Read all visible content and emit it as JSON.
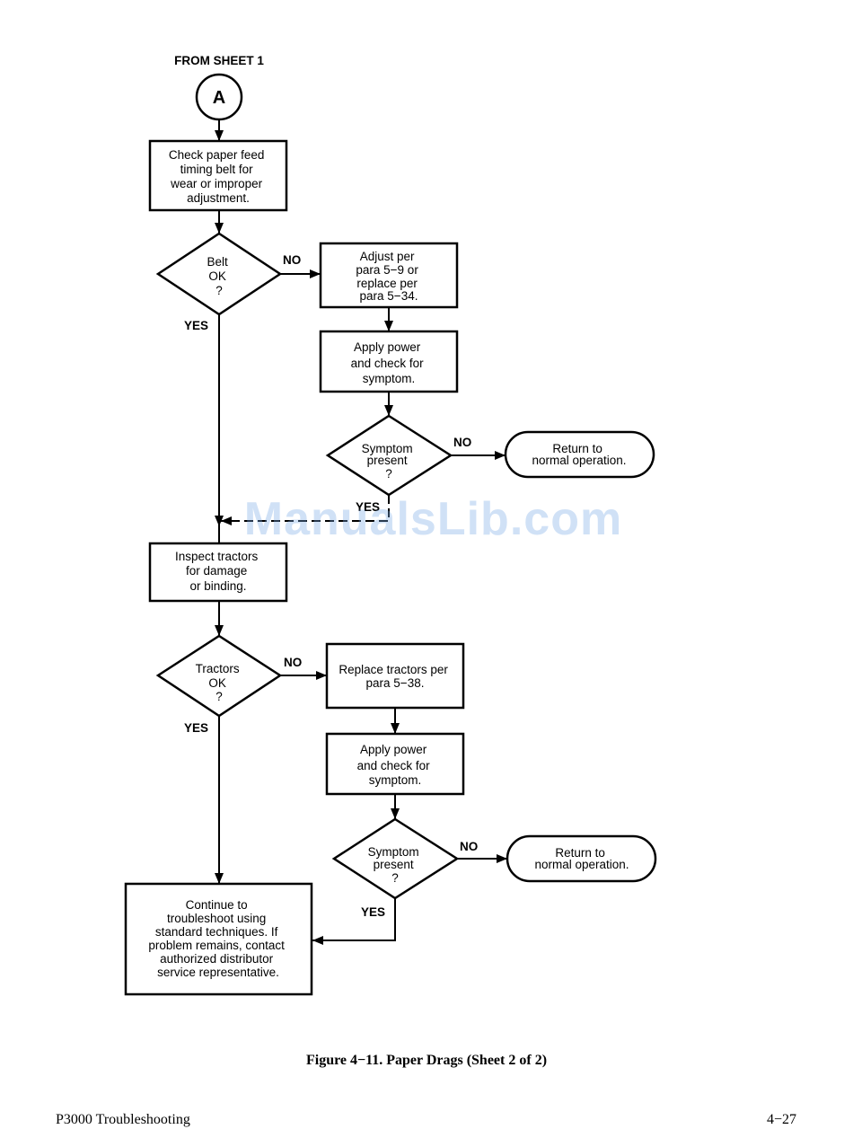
{
  "connector": {
    "label": "FROM SHEET 1",
    "letter": "A"
  },
  "nodes": {
    "check_belt": [
      "Check paper feed",
      "timing belt for",
      "wear or improper",
      "adjustment."
    ],
    "belt_ok": [
      "Belt",
      "OK",
      "?"
    ],
    "adjust": [
      "Adjust per",
      "para 5−9 or",
      "replace per",
      "para 5−34."
    ],
    "apply_power_1": [
      "Apply power",
      "and check for",
      "symptom."
    ],
    "symptom_1": [
      "Symptom",
      "present",
      "?"
    ],
    "return_1": [
      "Return to",
      "normal operation."
    ],
    "inspect_tractors": [
      "Inspect tractors",
      "for damage",
      "or binding."
    ],
    "tractors_ok": [
      "Tractors",
      "OK",
      "?"
    ],
    "replace_tractors": [
      "Replace tractors per",
      "para 5−38."
    ],
    "apply_power_2": [
      "Apply power",
      "and check for",
      "symptom."
    ],
    "symptom_2": [
      "Symptom",
      "present",
      "?"
    ],
    "return_2": [
      "Return to",
      "normal operation."
    ],
    "continue": [
      "Continue to",
      "troubleshoot using",
      "standard techniques. If",
      "problem remains, contact",
      "authorized distributor",
      "service representative."
    ]
  },
  "labels": {
    "yes": "YES",
    "no": "NO"
  },
  "watermark": "ManualsLib.com",
  "caption": "Figure 4−11. Paper Drags (Sheet 2 of 2)",
  "footer": {
    "left": "P3000 Troubleshooting",
    "right": "4−27"
  }
}
